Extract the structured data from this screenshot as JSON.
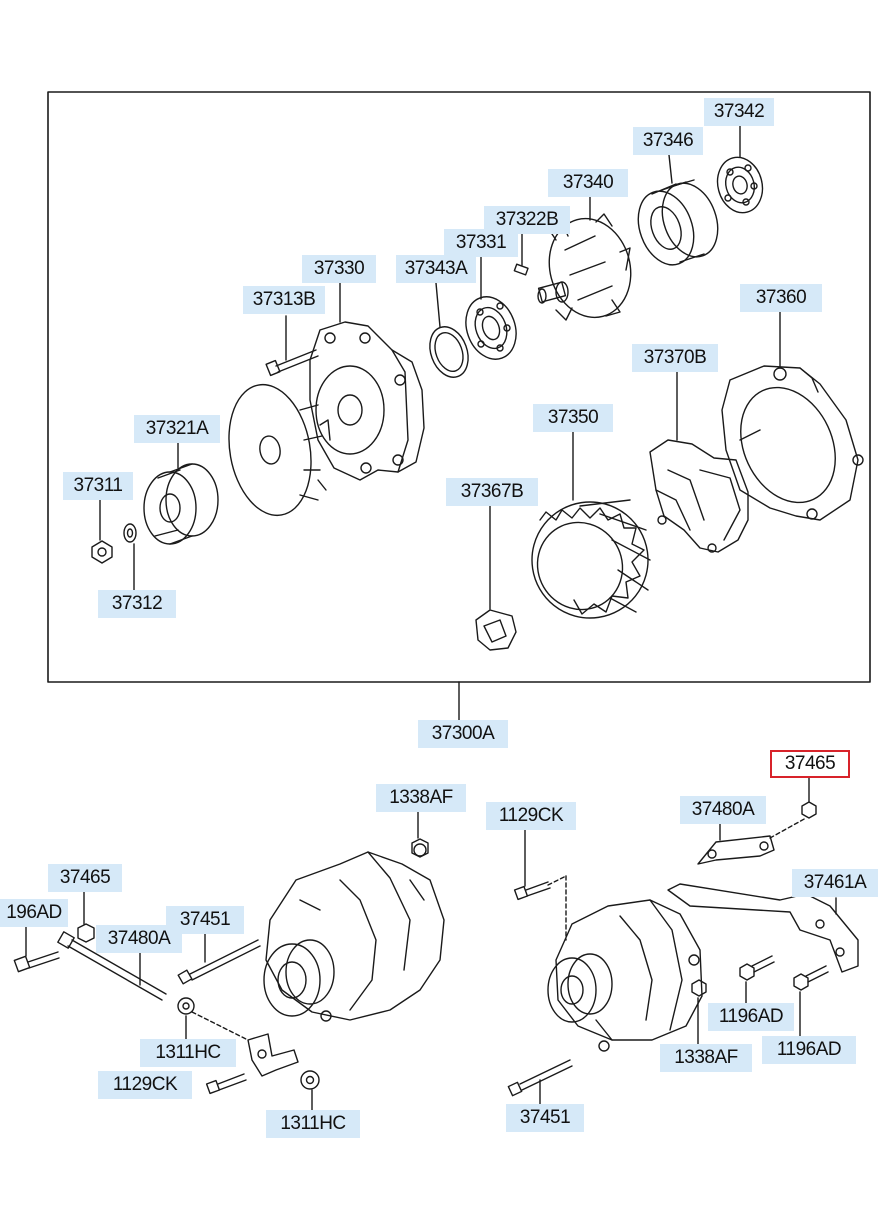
{
  "colors": {
    "callout_fill": "#d6e9f8",
    "line": "#1a1a1a",
    "highlight": "#d8232a",
    "background": "#ffffff"
  },
  "callouts": {
    "p37342": "37342",
    "p37346": "37346",
    "p37340": "37340",
    "p37322B": "37322B",
    "p37331": "37331",
    "p37330": "37330",
    "p37343A": "37343A",
    "p37313B": "37313B",
    "p37360": "37360",
    "p37370B": "37370B",
    "p37321A": "37321A",
    "p37350": "37350",
    "p37311": "37311",
    "p37367B": "37367B",
    "p37312": "37312",
    "p37300A": "37300A",
    "p37465_top": "37465",
    "p1338AF_left": "1338AF",
    "p1129CK_right": "1129CK",
    "p37480A_right": "37480A",
    "p37461A": "37461A",
    "p37465_left": "37465",
    "p196AD": "196AD",
    "p37451_left": "37451",
    "p37480A_left": "37480A",
    "p1196AD_upper": "1196AD",
    "p1311HC_upper": "1311HC",
    "p1338AF_right": "1338AF",
    "p1196AD_lower": "1196AD",
    "p1129CK_left": "1129CK",
    "p37451_bottom": "37451",
    "p1311HC_lower": "1311HC"
  },
  "highlighted_part": "37465"
}
